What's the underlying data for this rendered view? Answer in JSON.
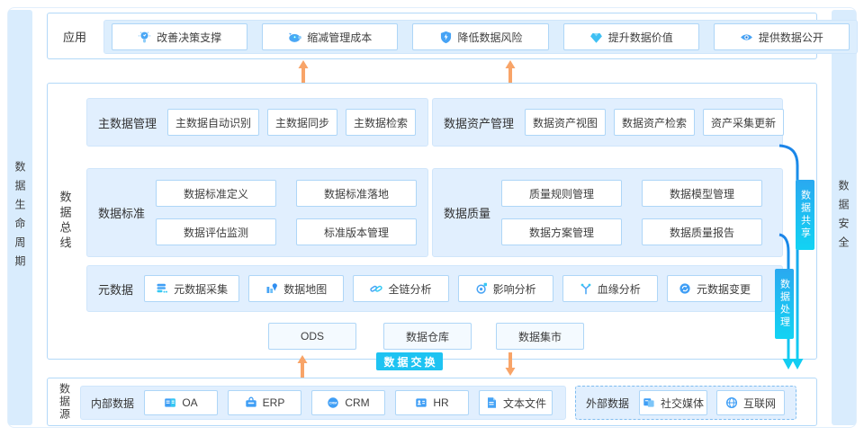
{
  "rails": {
    "left": "数据生命周期",
    "right": "数据安全"
  },
  "app_row": {
    "label": "应用",
    "items": [
      {
        "label": "改善决策支撑",
        "icon": "lightbulb-icon"
      },
      {
        "label": "缩减管理成本",
        "icon": "piggy-bank-icon"
      },
      {
        "label": "降低数据风险",
        "icon": "shield-icon"
      },
      {
        "label": "提升数据价值",
        "icon": "gem-icon"
      },
      {
        "label": "提供数据公开",
        "icon": "eye-icon"
      }
    ]
  },
  "bus": {
    "label": "数据总线",
    "master": {
      "label": "主数据管理",
      "items": [
        "主数据自动识别",
        "主数据同步",
        "主数据检索"
      ]
    },
    "asset": {
      "label": "数据资产管理",
      "items": [
        "数据资产视图",
        "数据资产检索",
        "资产采集更新"
      ]
    },
    "standard": {
      "label": "数据标准",
      "items": [
        "数据标准定义",
        "数据标准落地",
        "数据评估监测",
        "标准版本管理"
      ]
    },
    "quality": {
      "label": "数据质量",
      "items": [
        "质量规则管理",
        "数据模型管理",
        "数据方案管理",
        "数据质量报告"
      ]
    },
    "metadata": {
      "label": "元数据",
      "items": [
        {
          "label": "元数据采集",
          "icon": "database-icon"
        },
        {
          "label": "数据地图",
          "icon": "map-pin-icon"
        },
        {
          "label": "全链分析",
          "icon": "chain-link-icon"
        },
        {
          "label": "影响分析",
          "icon": "impact-target-icon"
        },
        {
          "label": "血缘分析",
          "icon": "lineage-branch-icon"
        },
        {
          "label": "元数据变更",
          "icon": "change-refresh-icon"
        }
      ]
    },
    "storage": [
      "ODS",
      "数据仓库",
      "数据集市"
    ]
  },
  "flows": {
    "share": "数据共享",
    "process": "数据处理",
    "exchange": "数据交换"
  },
  "source_row": {
    "label": "数据源",
    "internal": {
      "label": "内部数据",
      "items": [
        {
          "label": "OA",
          "icon": "oa-doc-icon"
        },
        {
          "label": "ERP",
          "icon": "erp-briefcase-icon"
        },
        {
          "label": "CRM",
          "icon": "crm-badge-icon"
        },
        {
          "label": "HR",
          "icon": "hr-card-icon"
        },
        {
          "label": "文本文件",
          "icon": "text-file-icon"
        }
      ]
    },
    "external": {
      "label": "外部数据",
      "items": [
        {
          "label": "社交媒体",
          "icon": "social-media-icon"
        },
        {
          "label": "互联网",
          "icon": "globe-icon"
        }
      ]
    }
  },
  "colors": {
    "accent_cyan": "#1ec3f2",
    "accent_blue": "#1b84e8",
    "arrow_orange": "#f8a468",
    "panel_blue": "#ddeefd",
    "border_blue": "#aed6f7"
  }
}
